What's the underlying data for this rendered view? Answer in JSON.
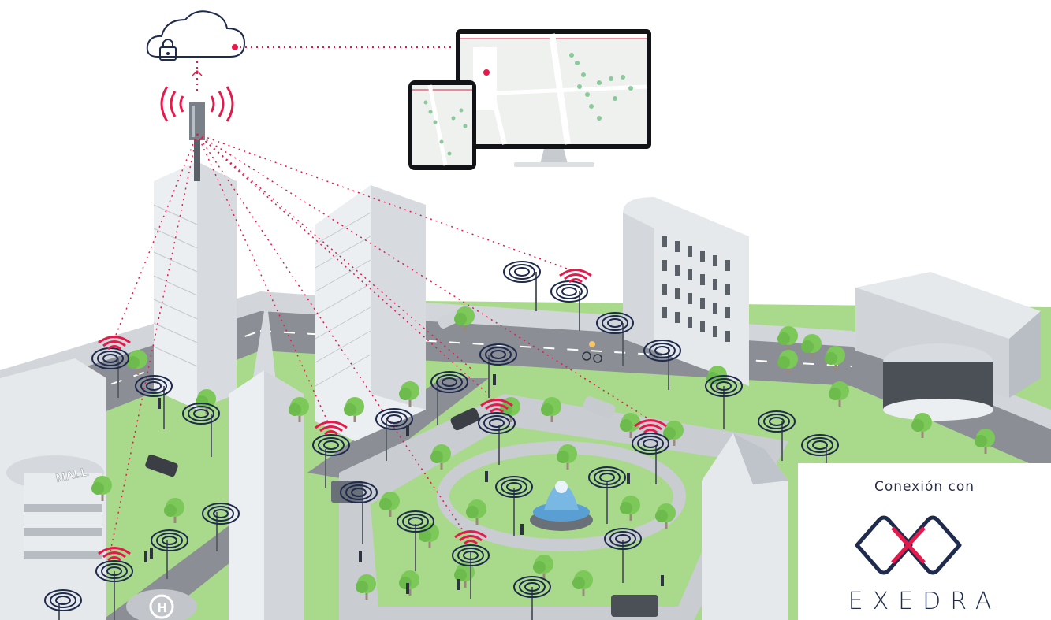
{
  "scene": {
    "mall_sign": "MALL",
    "helipad_letter": "H"
  },
  "brand": {
    "caption": "Conexión con",
    "wordmark": "EXEDRA"
  },
  "colors": {
    "accent": "#e5194b",
    "navy": "#1f2b4d",
    "grass": "#a9d98a",
    "road": "#8b8f95",
    "tree": "#7cc95a",
    "building": "#eceff2"
  },
  "icons": [
    "cloud-icon",
    "lock-icon",
    "cell-tower-icon",
    "desktop-monitor-icon",
    "tablet-icon",
    "streetlight-icon",
    "wireless-signal-icon",
    "fountain-icon",
    "exedra-logo-icon"
  ]
}
